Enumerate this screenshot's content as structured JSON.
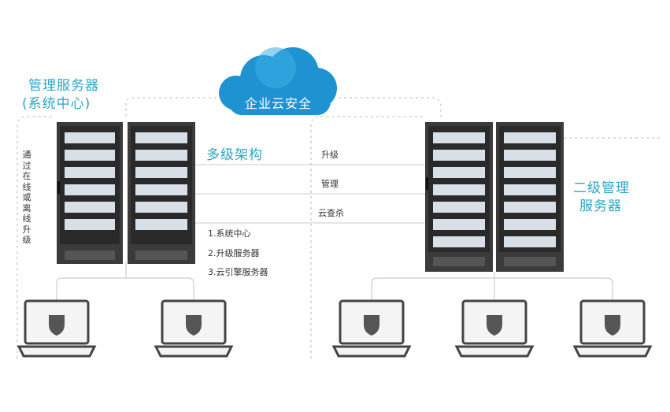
{
  "cloud": {
    "label": "企业云安全"
  },
  "management_server": {
    "line1": "管理服务器",
    "line2": "(系统中心)"
  },
  "upgrade_mode": "通过在线或离线升级",
  "architecture": "多级架构",
  "links": {
    "upgrade": "升级",
    "manage": "管理",
    "cloud_kill": "云查杀"
  },
  "roles": [
    "1.系统中心",
    "2.升级服务器",
    "3.云引擎服务器"
  ],
  "secondary_server": {
    "line1": "二级管理",
    "line2": "服务器"
  },
  "colors": {
    "accent": "#2aa6c4",
    "cloud": "#1f93d2",
    "rack": "#3d3d3d",
    "line": "#cccccc"
  }
}
